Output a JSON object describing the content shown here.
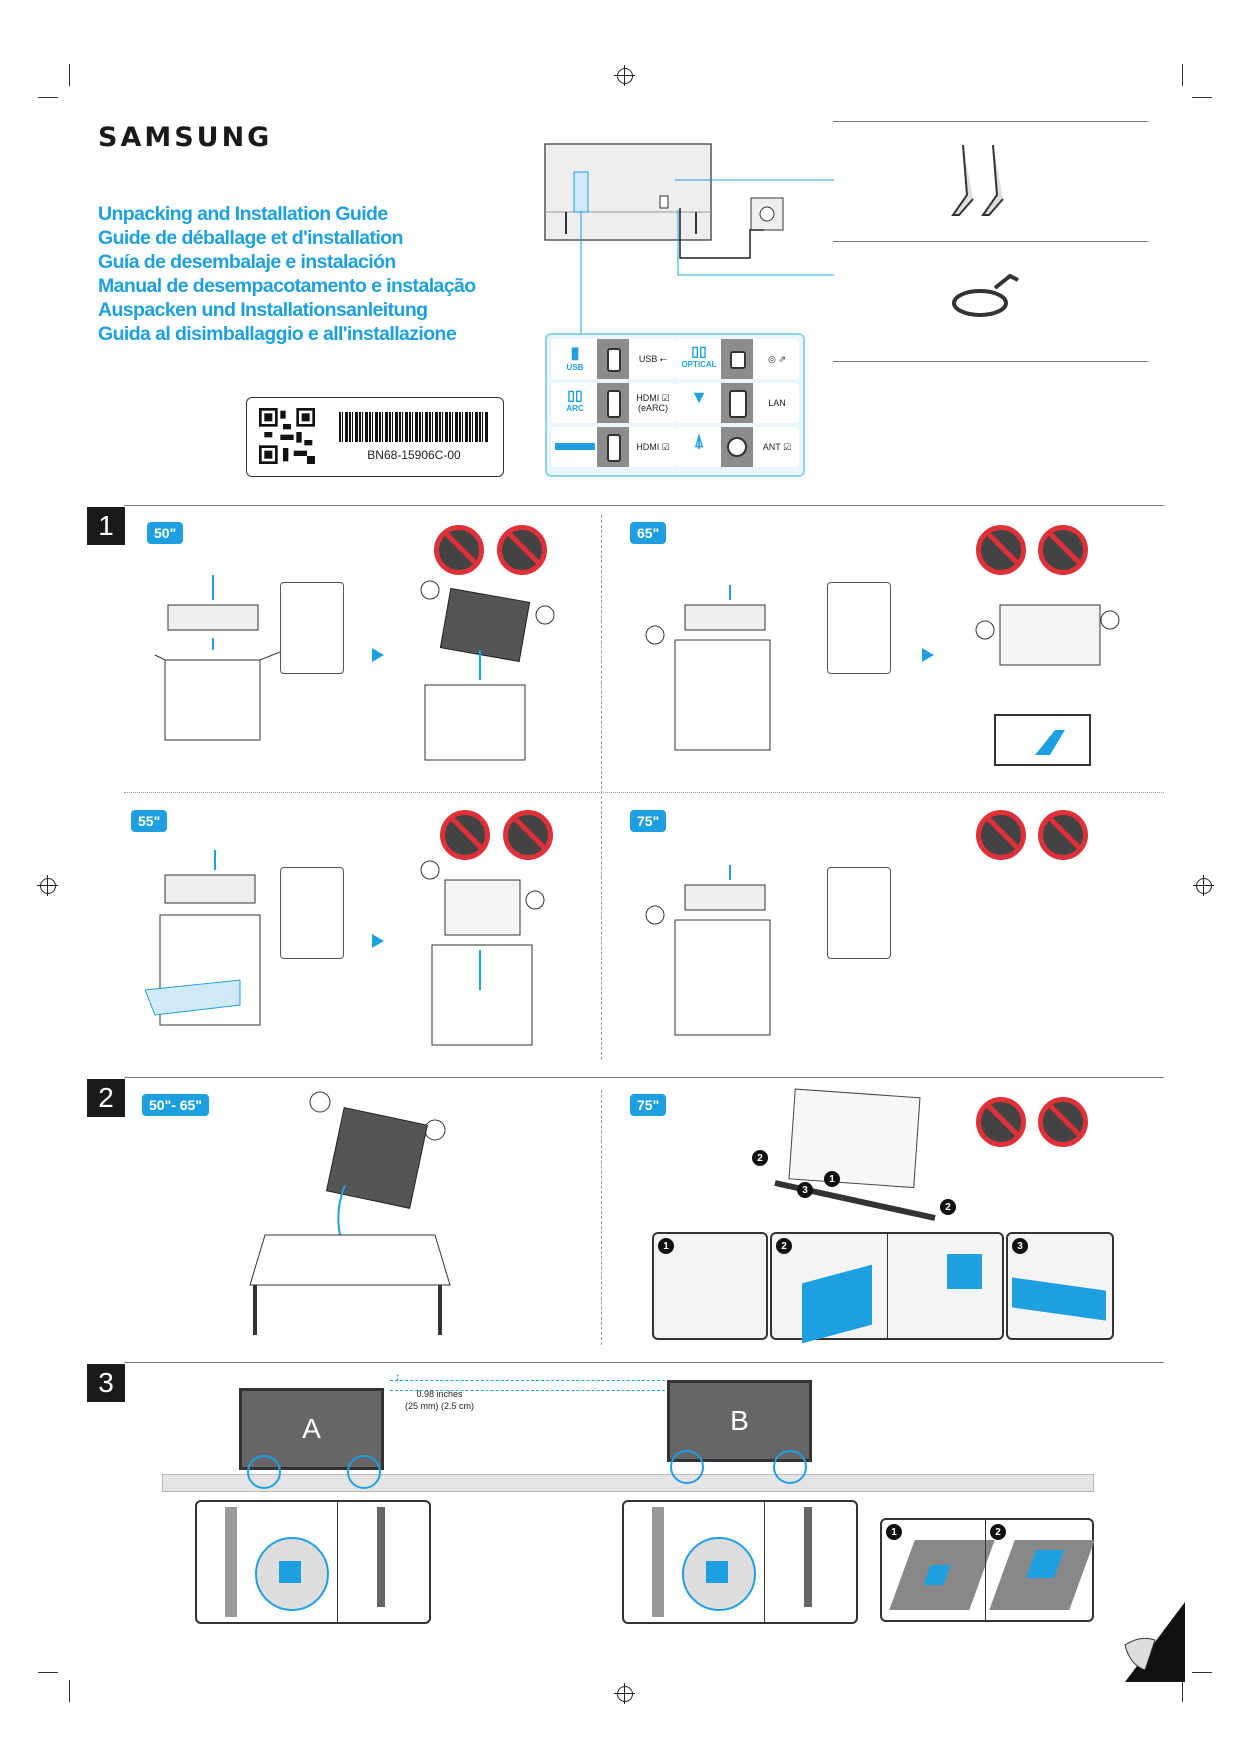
{
  "brand": "SAMSUNG",
  "titles": [
    "Unpacking and Installation Guide",
    "Guide de déballage et d'installation",
    "Guía de desembalaje e instalación",
    "Manual de desempacotamento e instalação",
    "Auspacken und Installationsanleitung",
    "Guida al disimballaggio e all'installazione"
  ],
  "part_code": "BN68-15906C-00",
  "ports": [
    {
      "icon_label": "USB",
      "label": "USB ⭠"
    },
    {
      "icon_label": "OPTICAL",
      "label": "◎ ⇗"
    },
    {
      "icon_label": "ARC",
      "label": "HDMI ☑ (eARC)"
    },
    {
      "icon_label": "",
      "label": "LAN"
    },
    {
      "icon_label": "",
      "label": "HDMI ☑"
    },
    {
      "icon_label": "",
      "label": "ANT ☑"
    }
  ],
  "sections": [
    {
      "number": "1",
      "badges": [
        "50\"",
        "65\"",
        "55\"",
        "75\""
      ]
    },
    {
      "number": "2",
      "badges": [
        "50\"- 65\"",
        "75\""
      ]
    },
    {
      "number": "3"
    }
  ],
  "step_markers": [
    "1",
    "2",
    "3"
  ],
  "stand_options": {
    "a": "A",
    "b": "B"
  },
  "measurement": {
    "line1": "0.98 inches",
    "line2": "(25 mm) (2.5 cm)"
  },
  "colors": {
    "accent": "#1ea0e0",
    "warning": "#e0303a"
  }
}
